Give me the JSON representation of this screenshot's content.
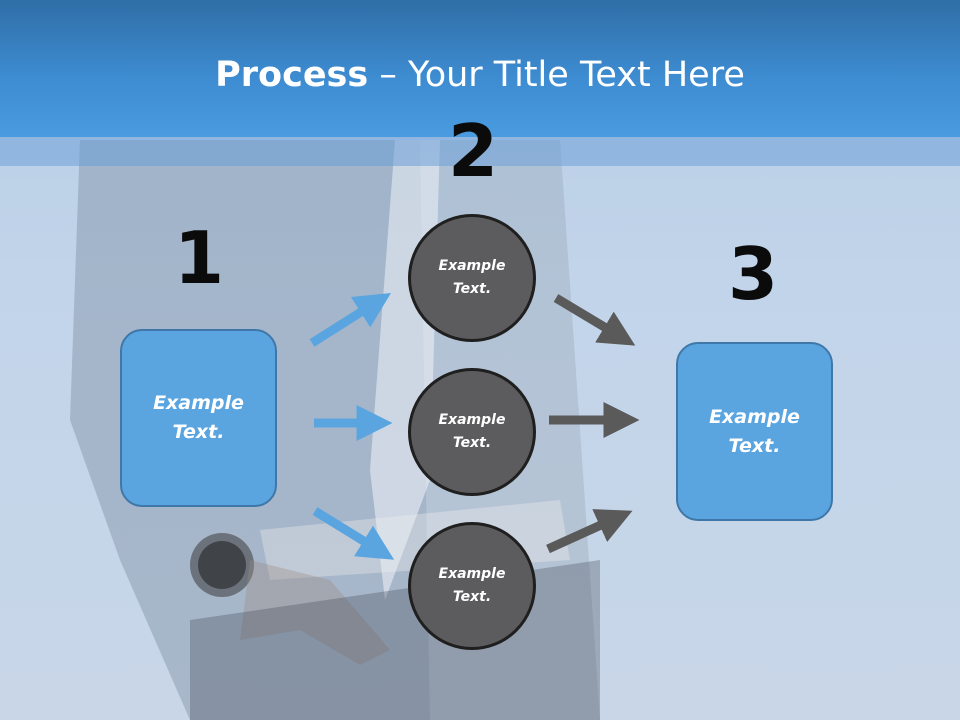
{
  "title": {
    "bold": "Process",
    "rest": " – Your Title Text Here"
  },
  "steps": {
    "step1": {
      "number": "1",
      "text": "Example Text."
    },
    "step2": {
      "number": "2",
      "circles": [
        {
          "text": "Example Text."
        },
        {
          "text": "Example Text."
        },
        {
          "text": "Example Text."
        }
      ]
    },
    "step3": {
      "number": "3",
      "text": "Example Text."
    }
  },
  "colors": {
    "accent_blue": "#5aa5e0",
    "arrow_blue": "#5aa5e0",
    "arrow_gray": "#5a5a5a",
    "circle_fill": "#5c5c5e",
    "header_blue": "#3d8bd0"
  }
}
